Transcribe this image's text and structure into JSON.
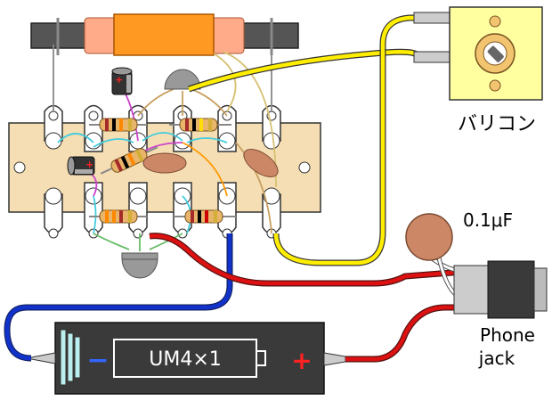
{
  "labels": {
    "variable_capacitor": "バリコン",
    "capacitor_value": "0.1μF",
    "phone_jack_line1": "Phone",
    "phone_jack_line2": "jack",
    "battery": "UM4×1",
    "battery_minus": "−",
    "battery_plus": "+"
  },
  "colors": {
    "board": "#f5deb3",
    "wire_yellow": "#ffee00",
    "wire_red": "#dd1111",
    "wire_blue": "#1133cc",
    "coil": "#ff9922",
    "battery_body": "#3a3a3a",
    "ceramic_cap": "#cc8866",
    "varicon_body": "#ffffa0"
  }
}
